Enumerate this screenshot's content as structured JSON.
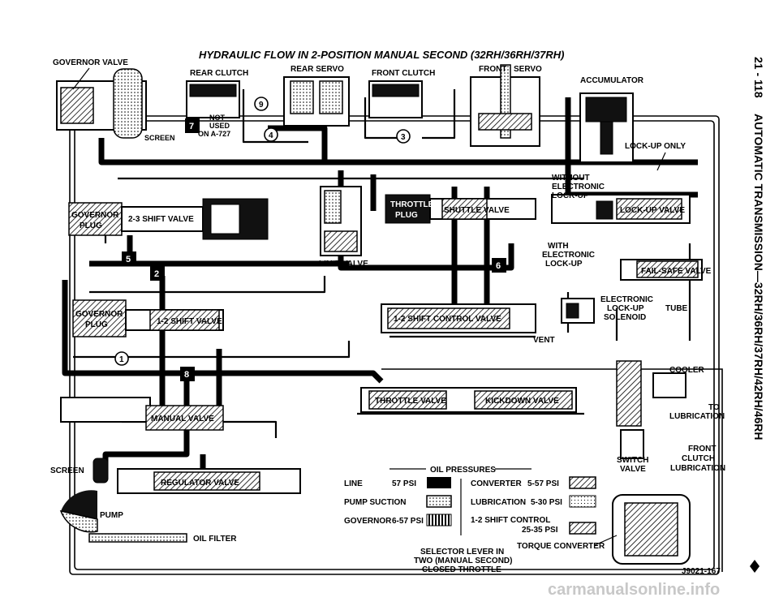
{
  "title": "HYDRAULIC FLOW IN 2-POSITION MANUAL SECOND (32RH/36RH/37RH)",
  "side_text": {
    "page": "21 - 118",
    "section": "AUTOMATIC TRANSMISSION—32RH/36RH/37RH/42RH/46RH"
  },
  "figure_id": "J9021-167",
  "selector_note": {
    "line1": "SELECTOR LEVER IN",
    "line2": "TWO (MANUAL SECOND)",
    "line3": "CLOSED THROTTLE"
  },
  "components": {
    "governor_valve": "GOVERNOR VALVE",
    "rear_clutch": "REAR CLUTCH",
    "rear_servo": "REAR SERVO",
    "front_clutch": "FRONT CLUTCH",
    "front_servo_a": "FRONT",
    "front_servo_b": "SERVO",
    "accumulator": "ACCUMULATOR",
    "screen_top": "SCREEN",
    "not_used_1": "NOT",
    "not_used_2": "USED",
    "not_used_3": "ON A-727",
    "lockup_only": "LOCK-UP ONLY",
    "governor_plug_a": "GOVERNOR",
    "governor_plug_b": "PLUG",
    "shift_23": "2-3 SHIFT VALVE",
    "limit_valve": "LIMIT VALVE",
    "throttle_plug_a": "THROTTLE",
    "throttle_plug_b": "PLUG",
    "shuttle_valve": "SHUTTLE VALVE",
    "without_a": "WITHOUT",
    "without_b": "ELECTRONIC",
    "without_c": "LOCK-UP",
    "lockup_valve": "LOCK-UP VALVE",
    "with_a": "WITH",
    "with_b": "ELECTRONIC",
    "with_c": "LOCK-UP",
    "failsafe": "FAIL-SAFE VALVE",
    "gov_plug2_a": "GOVERNOR",
    "gov_plug2_b": "PLUG",
    "shift_12": "1-2 SHIFT VALVE",
    "shift_12_control": "1-2 SHIFT CONTROL VALVE",
    "solenoid_a": "ELECTRONIC",
    "solenoid_b": "LOCK-UP",
    "solenoid_c": "SOLENOID",
    "tube": "TUBE",
    "vent": "VENT",
    "cooler": "COOLER",
    "to_lub_a": "TO",
    "to_lub_b": "LUBRICATION",
    "throttle_valve": "THROTTLE VALVE",
    "kickdown_valve": "KICKDOWN VALVE",
    "manual_valve": "MANUAL VALVE",
    "screen_bottom": "SCREEN",
    "regulator_valve": "REGULATOR VALVE",
    "pump": "PUMP",
    "oil_filter": "OIL FILTER",
    "switch_valve_a": "SWITCH",
    "switch_valve_b": "VALVE",
    "front_clutch_lub_a": "FRONT",
    "front_clutch_lub_b": "CLUTCH",
    "front_clutch_lub_c": "LUBRICATION",
    "torque_converter": "TORQUE CONVERTER"
  },
  "badges": [
    "7",
    "4",
    "9",
    "3",
    "5",
    "2",
    "6",
    "1",
    "8"
  ],
  "legend": {
    "heading": "OIL PRESSURES",
    "left": [
      {
        "label": "LINE",
        "psi": "57 PSI",
        "pattern": "solid"
      },
      {
        "label": "PUMP SUCTION",
        "psi": "",
        "pattern": "dots"
      },
      {
        "label": "GOVERNOR",
        "psi": "6-57 PSI",
        "pattern": "bars"
      }
    ],
    "right": [
      {
        "label": "CONVERTER",
        "psi": "5-57 PSI",
        "pattern": "hatch"
      },
      {
        "label": "LUBRICATION",
        "psi": "5-30 PSI",
        "pattern": "grid"
      },
      {
        "label": "1-2 SHIFT CONTROL",
        "psi": "25-35 PSI",
        "pattern": "hatch2"
      }
    ]
  },
  "website": "carmanualsonline.info"
}
